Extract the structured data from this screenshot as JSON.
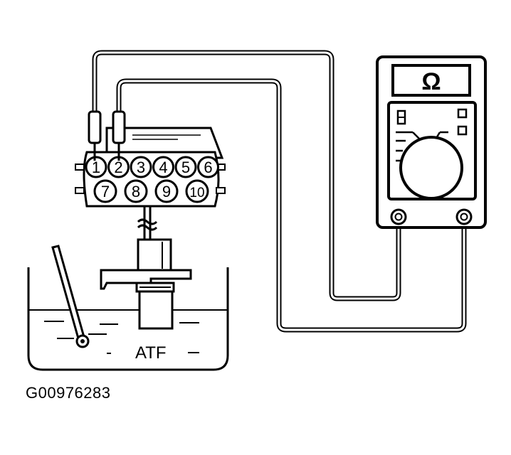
{
  "connector": {
    "pins_top": [
      "1",
      "2",
      "3",
      "4",
      "5",
      "6"
    ],
    "pins_bottom": [
      "7",
      "8",
      "9",
      "10"
    ]
  },
  "meter": {
    "display_symbol": "Ω"
  },
  "bath": {
    "fluid_label": "ATF"
  },
  "figure": {
    "code": "G00976283"
  }
}
